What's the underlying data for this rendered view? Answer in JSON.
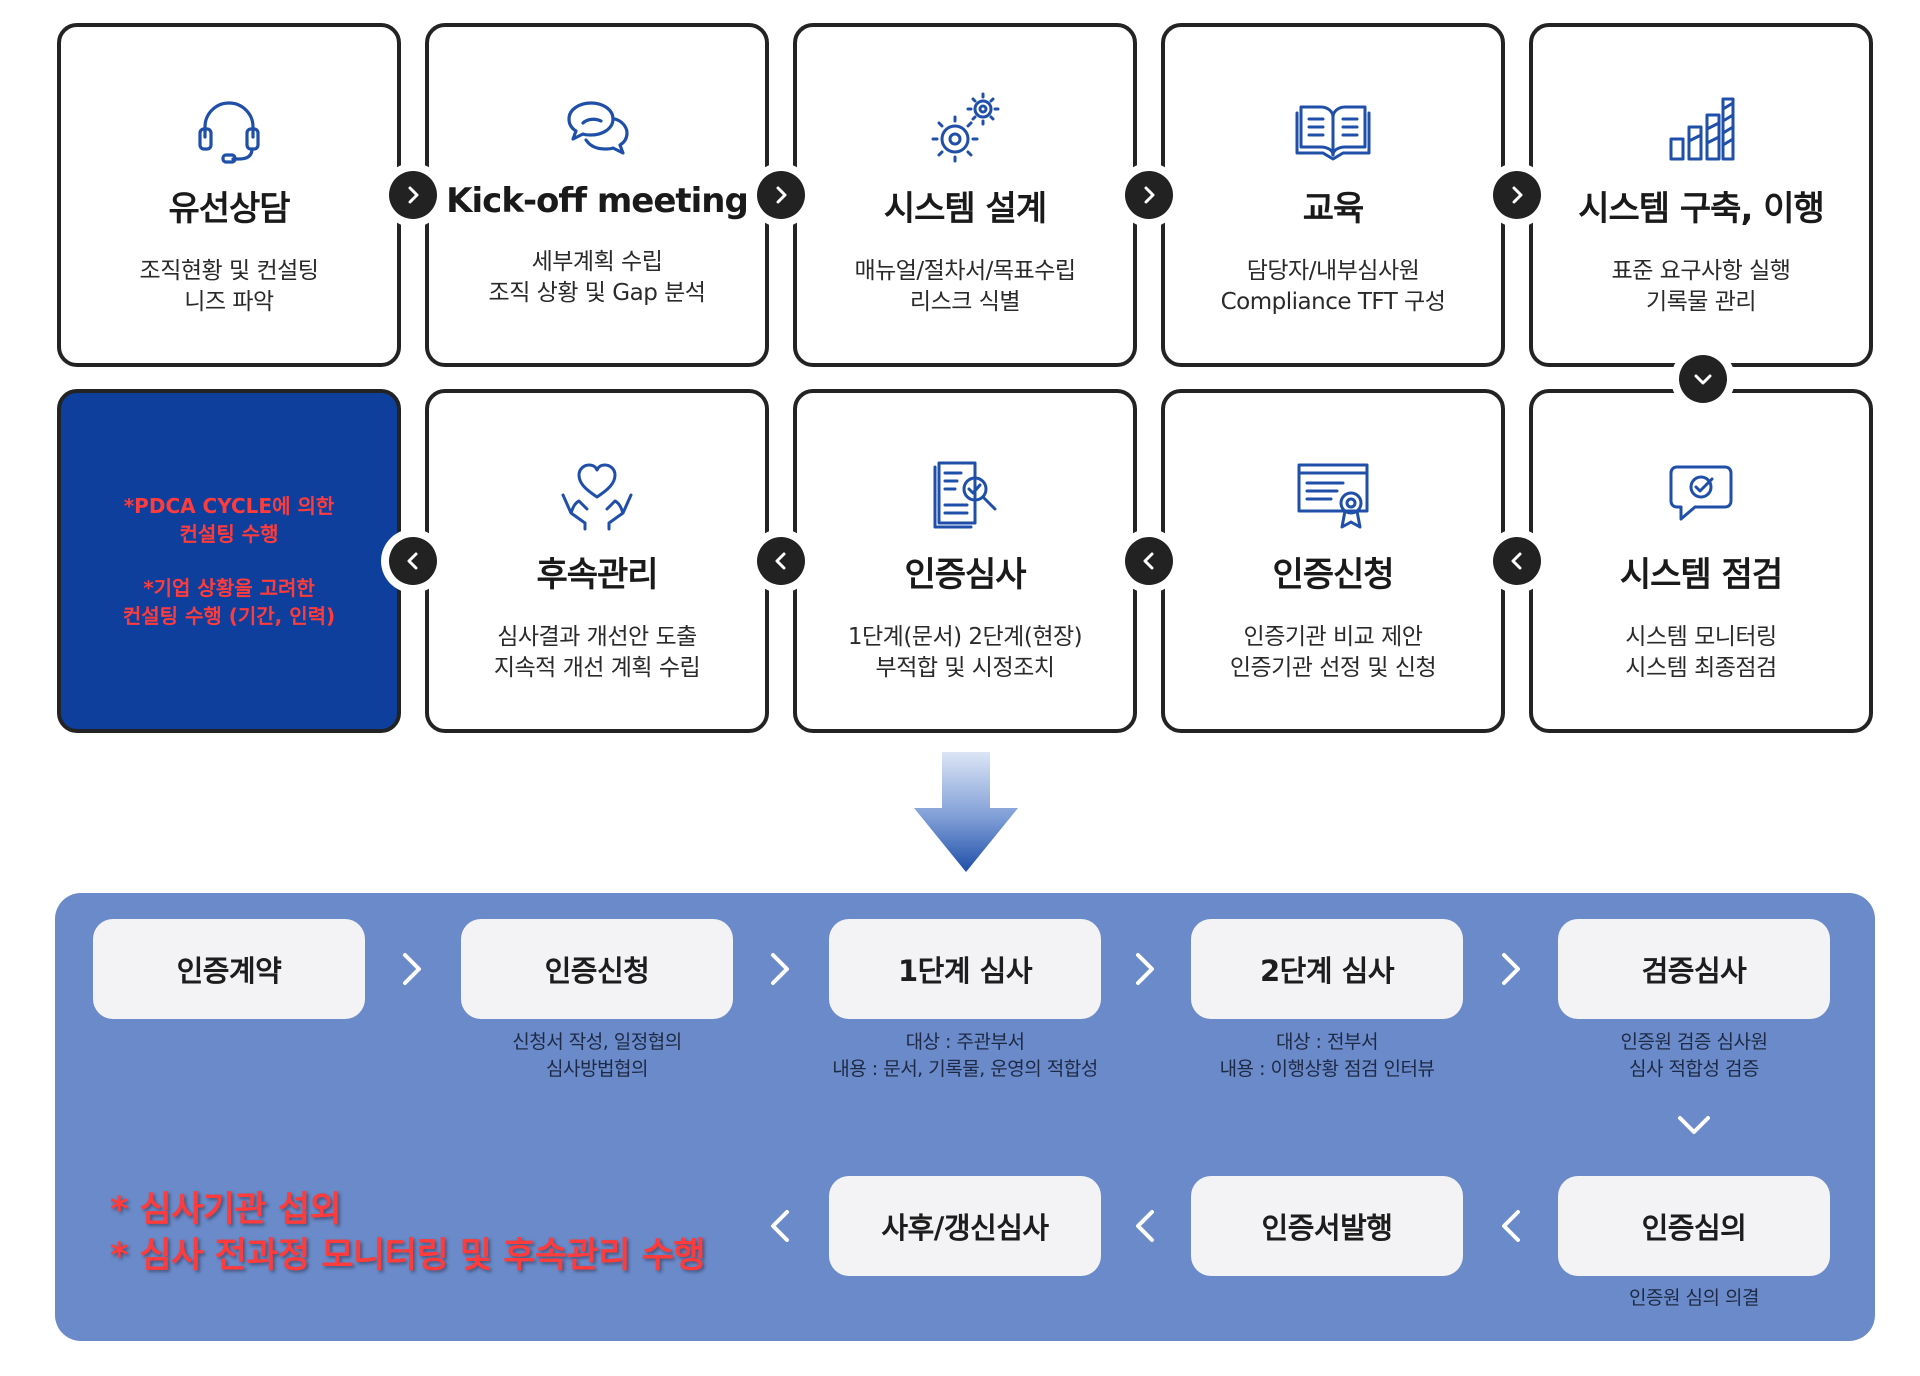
{
  "process": {
    "top_row": [
      {
        "title": "유선상담",
        "desc": [
          "조직현황 및 컨설팅",
          "니즈 파악"
        ],
        "icon": "headset-icon"
      },
      {
        "title": "Kick-off meeting",
        "desc": [
          "세부계획 수립",
          "조직 상황 및 Gap 분석"
        ],
        "icon": "chat-bubbles-icon"
      },
      {
        "title": "시스템 설계",
        "desc": [
          "매뉴얼/절차서/목표수립",
          "리스크 식별"
        ],
        "icon": "gears-icon"
      },
      {
        "title": "교육",
        "desc": [
          "담당자/내부심사원",
          "Compliance TFT 구성"
        ],
        "icon": "open-book-icon"
      },
      {
        "title": "시스템 구축, 이행",
        "desc": [
          "표준 요구사항 실행",
          "기록물 관리"
        ],
        "icon": "bar-growth-icon"
      }
    ],
    "bottom_row": [
      {
        "title": "후속관리",
        "desc": [
          "심사결과 개선안 도출",
          "지속적 개선 계획 수립"
        ],
        "icon": "heart-hands-icon"
      },
      {
        "title": "인증심사",
        "desc": [
          "1단계(문서) 2단계(현장)",
          "부적합 및 시정조치"
        ],
        "icon": "document-search-icon"
      },
      {
        "title": "인증신청",
        "desc": [
          "인증기관 비교 제안",
          "인증기관 선정 및 신청"
        ],
        "icon": "certificate-icon"
      },
      {
        "title": "시스템 점검",
        "desc": [
          "시스템 모니터링",
          "시스템 최종점검"
        ],
        "icon": "check-bubble-icon"
      }
    ],
    "note": {
      "line1a": "*PDCA CYCLE에 의한",
      "line1b": "컨설팅 수행",
      "line2a": "*기업 상황을 고려한",
      "line2b": "컨설팅 수행 (기간, 인력)"
    }
  },
  "certification": {
    "steps": [
      {
        "label": "인증계약",
        "sub": []
      },
      {
        "label": "인증신청",
        "sub": [
          "신청서 작성, 일정협의",
          "심사방법협의"
        ]
      },
      {
        "label": "1단계 심사",
        "sub": [
          "대상 : 주관부서",
          "내용 : 문서, 기록물, 운영의 적합성"
        ]
      },
      {
        "label": "2단계 심사",
        "sub": [
          "대상 : 전부서",
          "내용 : 이행상황 점검 인터뷰"
        ]
      },
      {
        "label": "검증심사",
        "sub": [
          "인증원 검증 심사원",
          "심사 적합성 검증"
        ]
      },
      {
        "label": "인증심의",
        "sub": [
          "인증원 심의 의결"
        ]
      },
      {
        "label": "인증서발행",
        "sub": []
      },
      {
        "label": "사후/갱신심사",
        "sub": []
      }
    ],
    "note": [
      "* 심사기관 섭외",
      "* 심사 전과정 모니터링 및 후속관리 수행"
    ]
  },
  "colors": {
    "card_border": "#232323",
    "note_card_bg": "#0e3f9c",
    "note_text": "#ff3b3b",
    "icon_blue": "#1f4fa8",
    "panel_bg": "#6a8ac9",
    "pill_bg": "#f3f3f6",
    "arrow_top": "#c9d6ee",
    "arrow_bottom": "#1f4fa8"
  }
}
